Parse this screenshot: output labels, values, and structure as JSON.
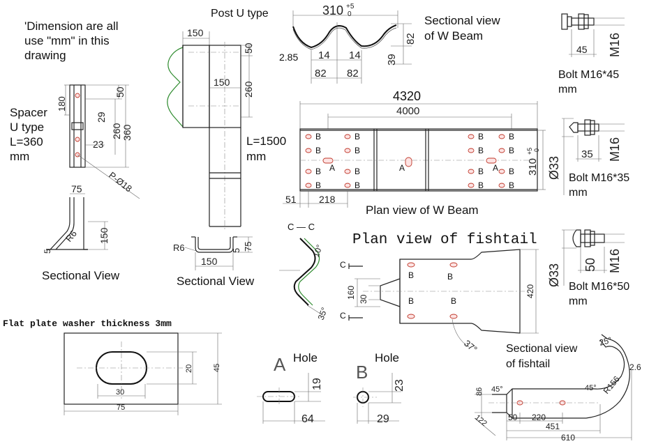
{
  "notes": {
    "dimension_note": [
      "'Dimension are all",
      "use \"mm\" in this",
      "drawing"
    ]
  },
  "post_u": {
    "title": "Post U type",
    "w150": "150",
    "d50": "50",
    "d260": "260",
    "inner150": "150",
    "length": [
      "L=1500",
      "mm"
    ]
  },
  "w_beam_section": {
    "title": [
      "Sectional view",
      "of W Beam"
    ],
    "width_top": "310",
    "tol": "+5",
    "tol0": "0",
    "t285": "2.85",
    "d14a": "14",
    "d14b": "14",
    "d82a": "82",
    "d82b": "82",
    "d82v": "82",
    "d39": "39"
  },
  "spacer": {
    "title": [
      "Spacer",
      "U type",
      "L=360",
      "mm"
    ],
    "d180": "180",
    "d50": "50",
    "d29": "29",
    "d260": "260",
    "d360": "360",
    "d23": "23",
    "phi18": "P-Ø18"
  },
  "spacer_section": {
    "d75": "75",
    "r6": "R6",
    "d150": "150",
    "d5": "5",
    "caption": "Sectional View"
  },
  "post_section": {
    "r6": "R6",
    "d5": "5",
    "d75": "75",
    "d150": "150",
    "caption": "Sectional View"
  },
  "plan_w_beam": {
    "d4320": "4320",
    "d4000": "4000",
    "hole_a": "A",
    "hole_b": "B",
    "d310": "310",
    "tol": "+5",
    "tol0": "0",
    "d51": "51",
    "d218": "218",
    "caption": "Plan view of W Beam"
  },
  "bolts": [
    {
      "title": [
        "Bolt M16*45",
        "mm"
      ],
      "len": "45",
      "dia": "M16"
    },
    {
      "title": [
        "Bolt M16*35",
        "mm"
      ],
      "len": "35",
      "dia": "M16",
      "head": "Ø33"
    },
    {
      "title": [
        "Bolt M16*50",
        "mm"
      ],
      "len": "50",
      "dia": "M16",
      "head": "Ø33"
    }
  ],
  "fishtail_cc": {
    "label": "C — C",
    "a10": "10°",
    "a35": "35°"
  },
  "fishtail_plan": {
    "title": "Plan view of fishtail",
    "c": "C",
    "d160": "160",
    "d30": "30",
    "d420": "420",
    "a37": "37°",
    "b": "B"
  },
  "washer": {
    "title": "Flat plate washer thickness 3mm",
    "d30": "30",
    "d75": "75",
    "d20": "20",
    "d45": "45"
  },
  "hole_a": {
    "letter": "A",
    "label": "Hole",
    "d19": "19",
    "d64": "64"
  },
  "hole_b": {
    "letter": "B",
    "label": "Hole",
    "d23": "23",
    "d29": "29"
  },
  "fishtail_section": {
    "title": [
      "Sectional view",
      "of fishtail"
    ],
    "a25": "25°",
    "d26": "2.6",
    "r156": "R156",
    "a45a": "45°",
    "a45b": "45°",
    "d86": "86",
    "d122": "122",
    "d50": "50",
    "d220": "220",
    "d451": "451",
    "d610": "610"
  }
}
